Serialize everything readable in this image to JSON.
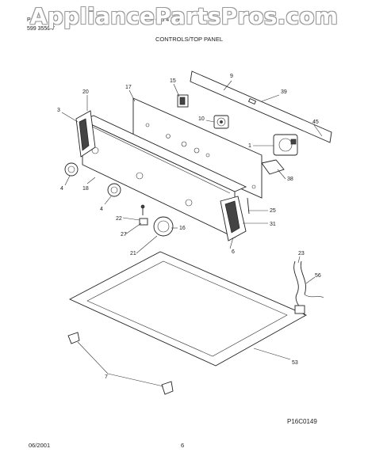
{
  "watermark": "AppliancePartsPros.com",
  "header": {
    "left_line1": "P  t  tD  N",
    "left_line2": "599 3550  7",
    "center_line1": "  G  3 4  A  G",
    "section_title": "CONTROLS/TOP PANEL"
  },
  "callouts": {
    "c9": "9",
    "c39": "39",
    "c45": "45",
    "c15": "15",
    "c17": "17",
    "c20": "20",
    "c3": "3",
    "c10": "10",
    "c1": "1",
    "c38": "38",
    "c4a": "4",
    "c18": "18",
    "c4b": "4",
    "c22": "22",
    "c25": "25",
    "c27": "27",
    "c16": "16",
    "c31": "31",
    "c21": "21",
    "c6": "6",
    "c23": "23",
    "c56": "56",
    "c53": "53",
    "c7": "7"
  },
  "figure_code": "P16C0149",
  "footer": {
    "date": "06/2001",
    "page": "6"
  }
}
